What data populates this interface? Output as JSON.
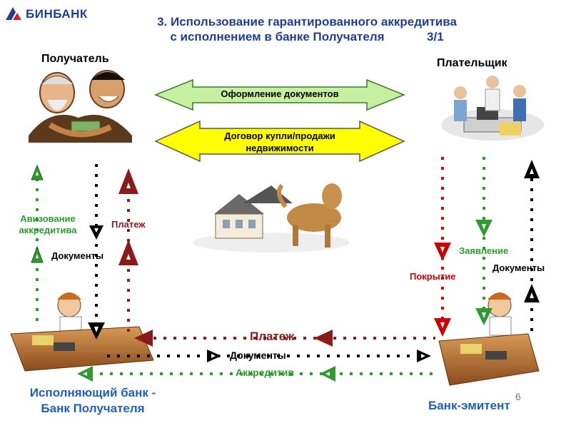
{
  "header": {
    "logo_text": "БИНБАНК",
    "title_line1": "3. Использование гарантированного аккредитива",
    "title_line2": "с исполнением в банке Получателя",
    "slide_code": "3/1"
  },
  "parties": {
    "receiver": "Получатель",
    "payer": "Плательщик",
    "executing_bank_line1": "Исполняющий банк -",
    "executing_bank_line2": "Банк Получателя",
    "issuing_bank": "Банк-эмитент"
  },
  "center_arrows": {
    "documents_processing": "Оформление документов",
    "contract_line1": "Договор купли/продажи",
    "contract_line2": "недвижимости"
  },
  "flows": {
    "advising_line1": "Авизование",
    "advising_line2": "аккредитива",
    "documents_left": "Документы",
    "payment_left": "Платеж",
    "application": "Заявление",
    "coverage": "Покрытие",
    "documents_right": "Документы",
    "payment_bottom": "Платеж",
    "documents_bottom": "Документы",
    "credit_bottom": "Аккредитив"
  },
  "page_number": "6",
  "colors": {
    "title": "#1f3f8f",
    "green": "#2e9b2e",
    "red": "#cc0000",
    "darkred": "#8b1a1a",
    "black": "#000000",
    "bank_label": "#1f5fb8",
    "doc_arrow": "#c6f0a0",
    "contract_arrow": "#ffff00"
  }
}
